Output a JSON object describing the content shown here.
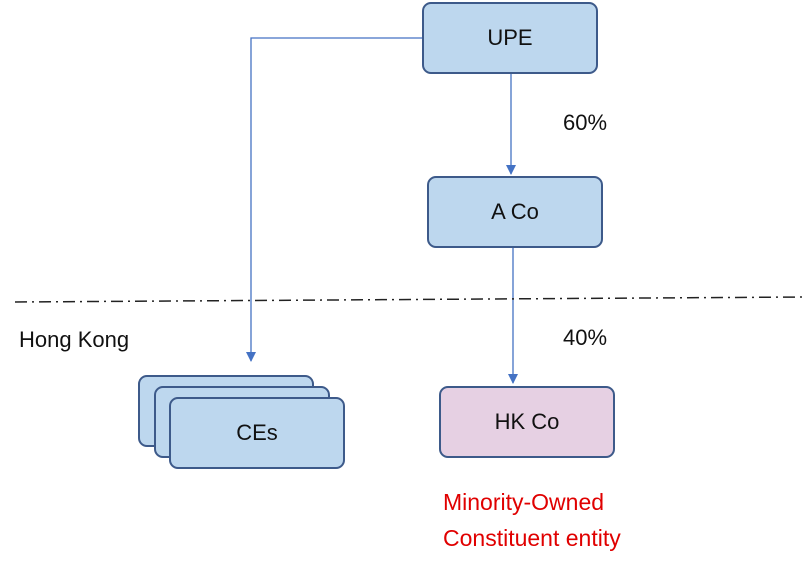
{
  "entities": {
    "upe": "UPE",
    "aco": "A Co",
    "ces": "CEs",
    "hkco": "HK Co"
  },
  "ownership": {
    "upe_to_aco": "60%",
    "aco_to_hkco": "40%"
  },
  "region_label": "Hong Kong",
  "note": {
    "line1": "Minority-Owned",
    "line2": "Constituent entity",
    "color": "#e00000"
  },
  "colors": {
    "box_fill": "#bdd7ee",
    "hk_box_fill": "#e6d0e3",
    "box_border": "#3d5a8a",
    "arrow": "#4472c4",
    "divider": "#222222"
  }
}
